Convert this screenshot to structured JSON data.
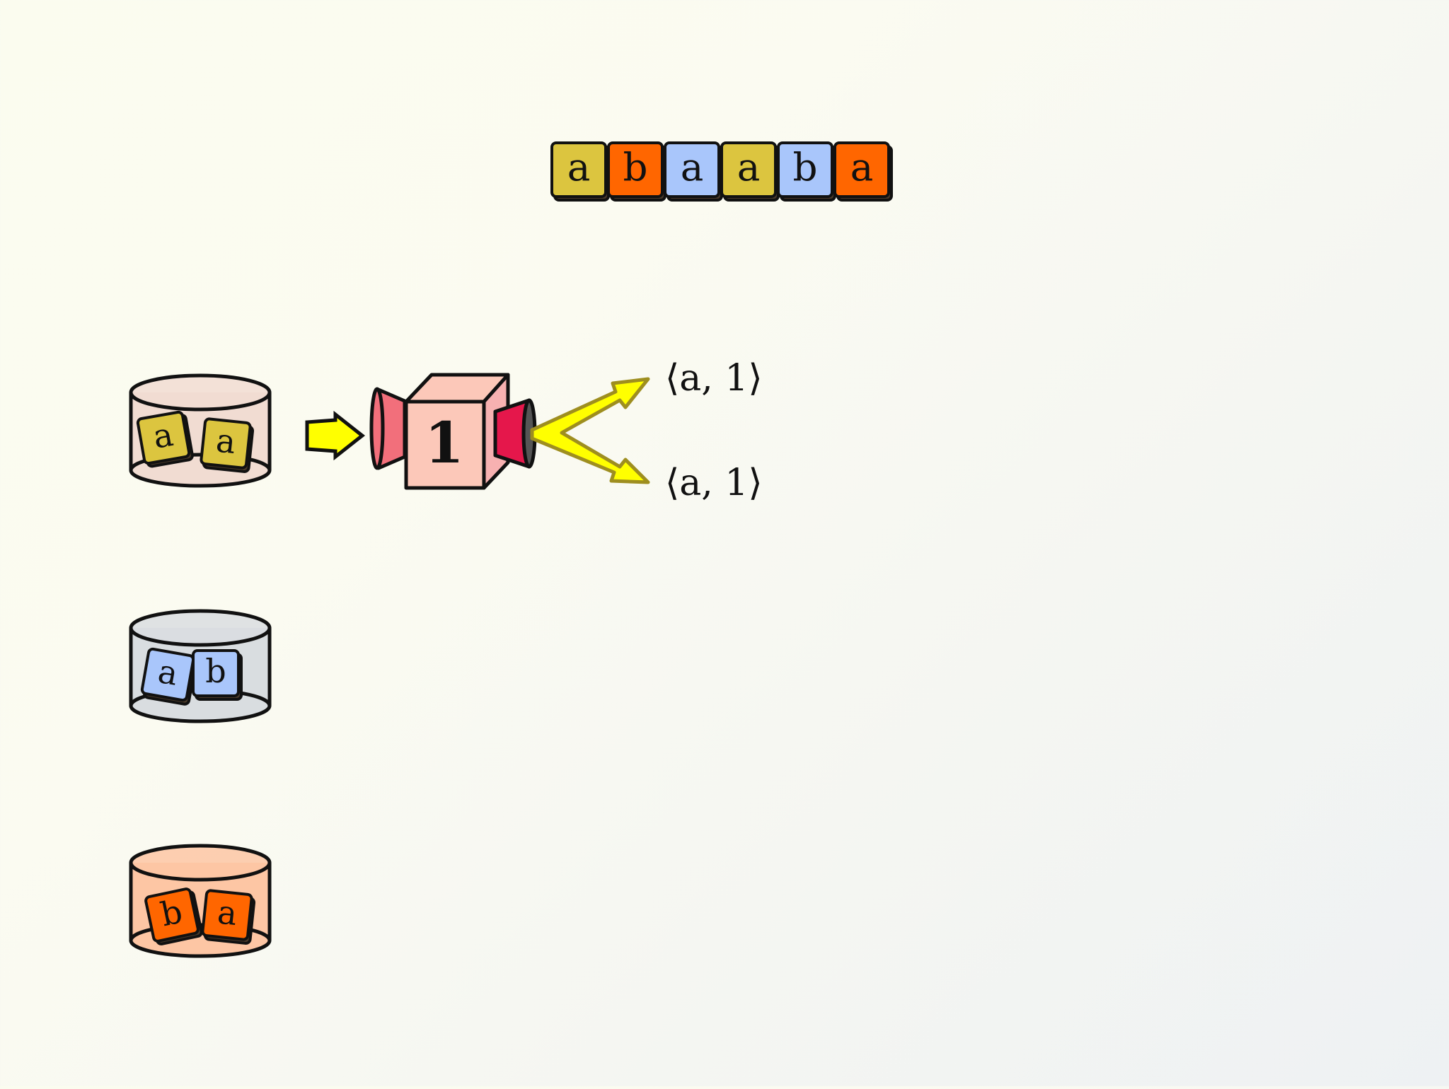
{
  "colors": {
    "background": "#fbfcef",
    "tile_yellow": "#dcc53f",
    "tile_orange": "#ff6600",
    "tile_blue": "#a9c6fb",
    "outline": "#1b1b1b",
    "bin_a_fill": "#f1dcd2",
    "bin_b_fill": "#d9dde0",
    "bin_c_fill": "#fdc6a4",
    "arrow_yellow": "#ffff00",
    "arrow_outline": "#9e8e1f",
    "mapper_face": "#fcc8b9",
    "mapper_input_cone": "#f26f7b",
    "mapper_output_cone": "#e5174b"
  },
  "input_sequence": {
    "tiles": [
      {
        "letter": "a",
        "color": "#dcc53f"
      },
      {
        "letter": "b",
        "color": "#ff6600"
      },
      {
        "letter": "a",
        "color": "#a9c6fb"
      },
      {
        "letter": "a",
        "color": "#dcc53f"
      },
      {
        "letter": "b",
        "color": "#a9c6fb"
      },
      {
        "letter": "a",
        "color": "#ff6600"
      }
    ]
  },
  "bins": [
    {
      "name": "bin-yellow",
      "fill": "#f1dcd2",
      "tiles": [
        {
          "letter": "a",
          "color": "#dcc53f"
        },
        {
          "letter": "a",
          "color": "#dcc53f"
        }
      ]
    },
    {
      "name": "bin-blue",
      "fill": "#d9dde0",
      "tiles": [
        {
          "letter": "a",
          "color": "#a9c6fb"
        },
        {
          "letter": "b",
          "color": "#a9c6fb"
        }
      ]
    },
    {
      "name": "bin-orange",
      "fill": "#fdc6a4",
      "tiles": [
        {
          "letter": "b",
          "color": "#ff6600"
        },
        {
          "letter": "a",
          "color": "#ff6600"
        }
      ]
    }
  ],
  "mapper": {
    "label": "1",
    "icon": "mapper-box-icon"
  },
  "outputs": [
    {
      "text": "⟨a, 1⟩"
    },
    {
      "text": "⟨a, 1⟩"
    }
  ]
}
